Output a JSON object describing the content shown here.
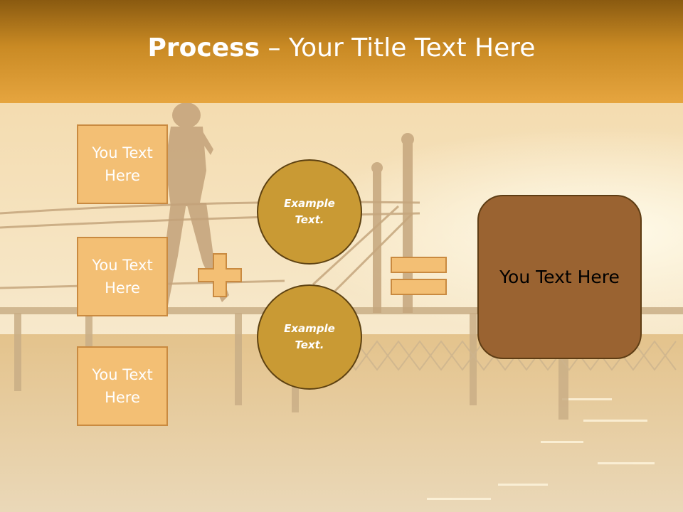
{
  "header": {
    "title_bold": "Process",
    "title_rest": " – Your Title Text Here"
  },
  "inputs": [
    {
      "label": "You Text Here"
    },
    {
      "label": "You Text Here"
    },
    {
      "label": "You Text Here"
    }
  ],
  "circles": [
    {
      "label": "Example Text."
    },
    {
      "label": "Example Text."
    }
  ],
  "result": {
    "label": "You Text Here"
  },
  "colors": {
    "header": "#c98a24",
    "box_fill": "#f3bf74",
    "circle_fill": "#c99a34",
    "result_fill": "#9a6331",
    "operator_fill": "#f3bf74"
  },
  "icons": {
    "plus": "plus-icon",
    "equals": "equals-icon"
  }
}
